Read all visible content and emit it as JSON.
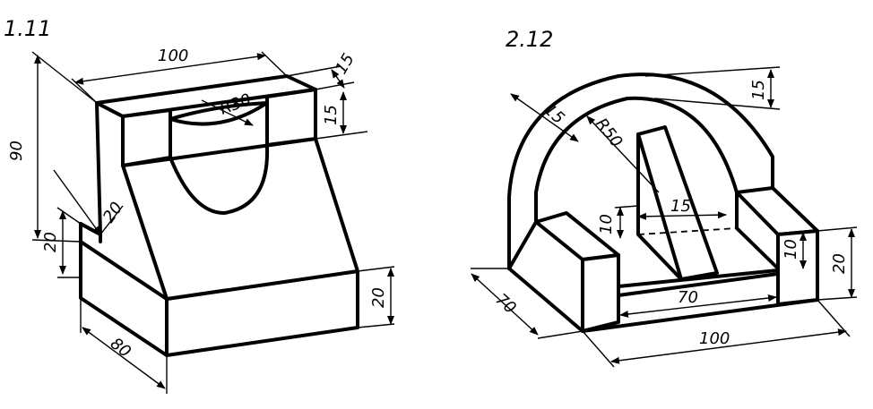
{
  "figure_1": {
    "label": "1.11",
    "dims": {
      "width": "100",
      "height": "90",
      "top_thick": "15",
      "top_height": "15",
      "radius": "R30",
      "step": "20",
      "base_left": "20",
      "depth": "80",
      "base_right": "20"
    }
  },
  "figure_2": {
    "label": "2.12",
    "dims": {
      "top_15": "15",
      "arch_thick": "15",
      "radius": "R50",
      "web_h": "10",
      "web_w": "15",
      "block_h": "10",
      "height": "20",
      "depth": "70",
      "inner": "70",
      "length": "100"
    }
  }
}
